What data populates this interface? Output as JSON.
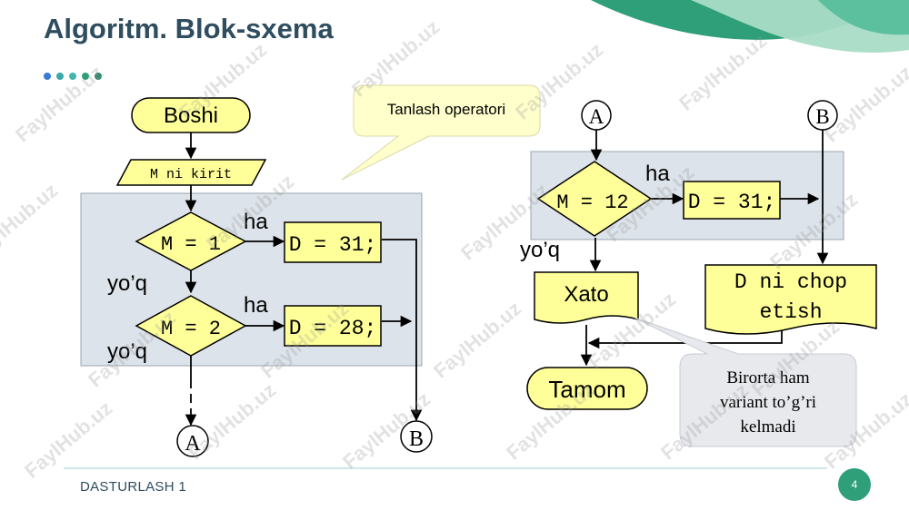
{
  "slide": {
    "title": "Algoritm. Blok-sxema",
    "footer": "DASTURLASH 1",
    "page_number": "4",
    "watermark": "FaylHub.uz"
  },
  "colors": {
    "title": "#2e4d5f",
    "block_fill": "#ffff99",
    "panel_fill": "#dde3ea",
    "callout_fill": "#ffffcc",
    "callout2_fill": "#e7e9ed",
    "accent_green": "#2e9f78",
    "accent_teal": "#3aa8a8"
  },
  "left_flowchart": {
    "start": "Boshi",
    "input": "M ni kirit",
    "cond1": "M = 1",
    "cond1_yes": "ha",
    "cond1_no": "yo’q",
    "action1": "D = 31;",
    "cond2": "M = 2",
    "cond2_yes": "ha",
    "cond2_no": "yo’q",
    "action2": "D = 28;",
    "connector_a": "A",
    "connector_b": "B"
  },
  "callout_top": "Tanlash operatori",
  "right_flowchart": {
    "connector_a": "A",
    "connector_b": "B",
    "cond": "M = 12",
    "cond_yes": "ha",
    "cond_no": "yo’q",
    "action": "D = 31;",
    "print_line1": "D ni chop",
    "print_line2": "etish",
    "error": "Xato",
    "end": "Tamom"
  },
  "callout_bottom": {
    "line1": "Birorta ham",
    "line2": "variant to’g’ri",
    "line3": "kelmadi"
  }
}
